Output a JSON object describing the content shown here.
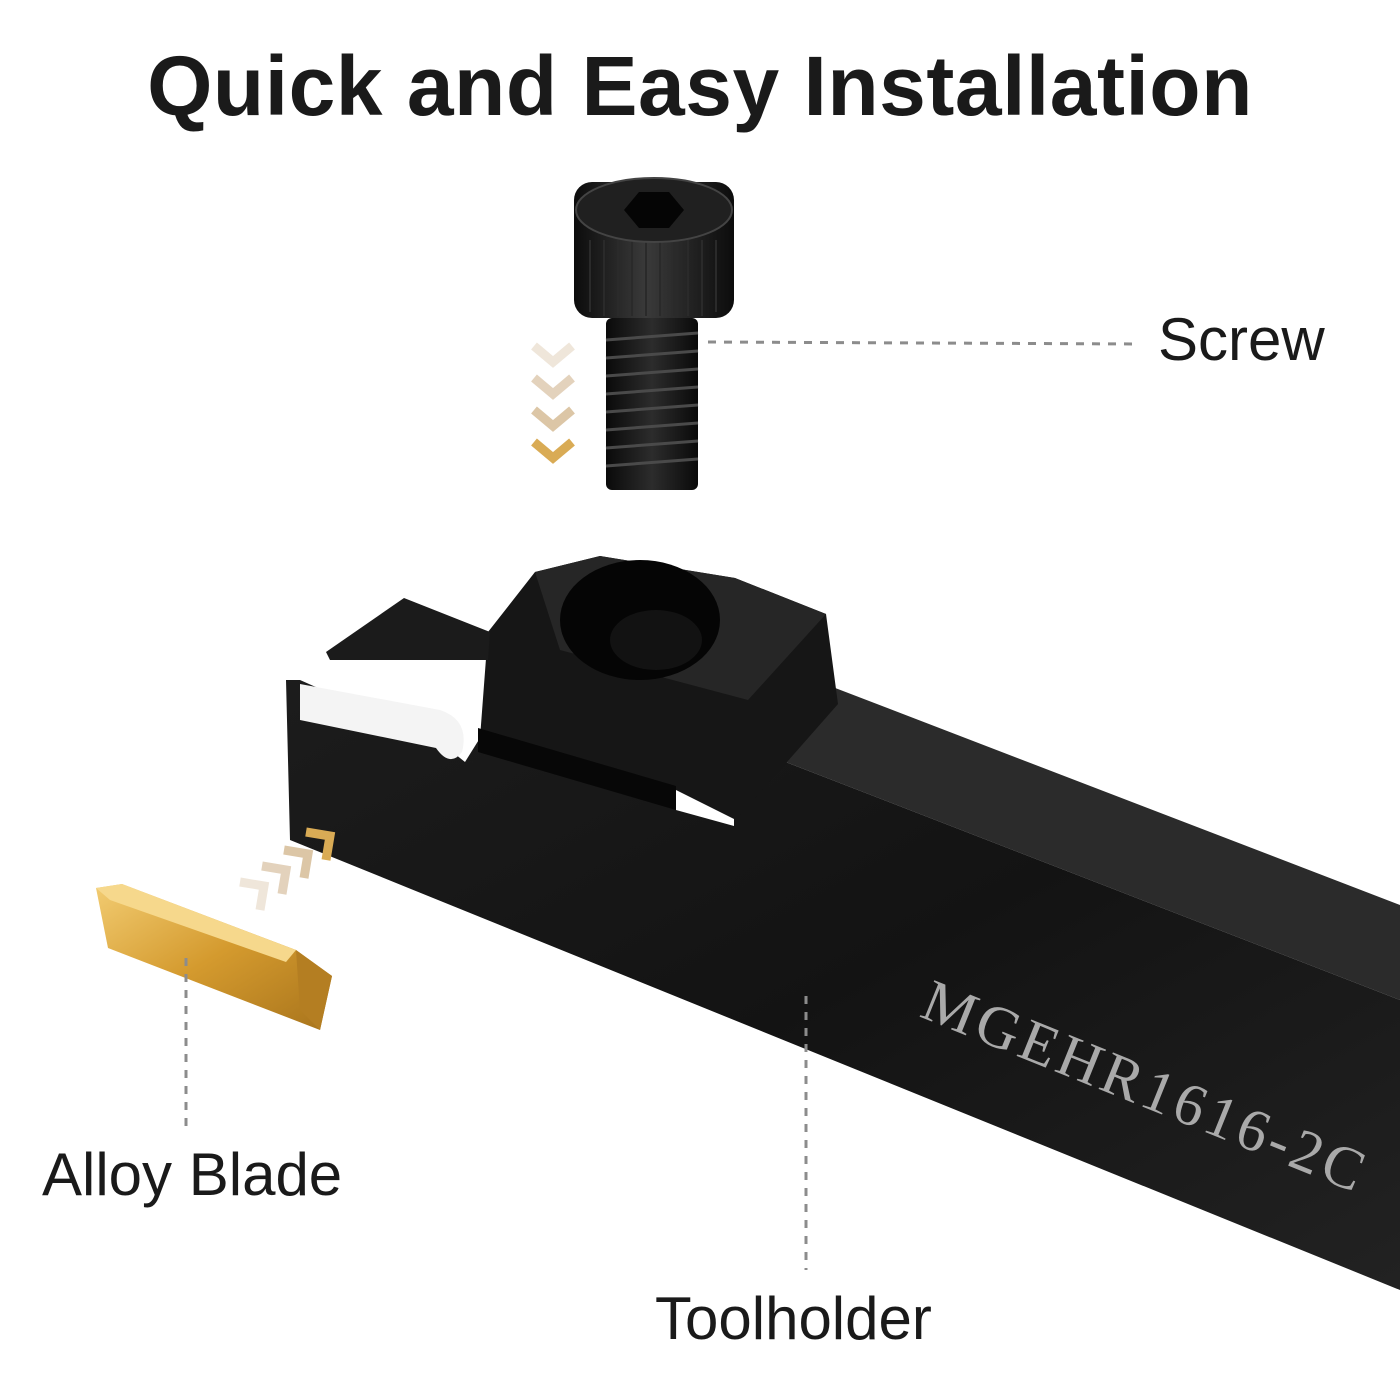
{
  "title": "Quick and Easy Installation",
  "labels": {
    "screw": "Screw",
    "alloy_blade": "Alloy Blade",
    "toolholder": "Toolholder"
  },
  "engraving": "MGEHR1616-2C",
  "colors": {
    "text": "#1a1a1a",
    "steel": "#151515",
    "gold": "#d9a233",
    "arrow_light": "#efe6da",
    "arrow_mid": "#dcc6a6",
    "arrow_dark": "#d9ab55",
    "leader": "#8c8c8c"
  },
  "icons": {
    "screw_arrows": "chevron-down-icon",
    "blade_arrows": "chevron-up-right-icon"
  }
}
